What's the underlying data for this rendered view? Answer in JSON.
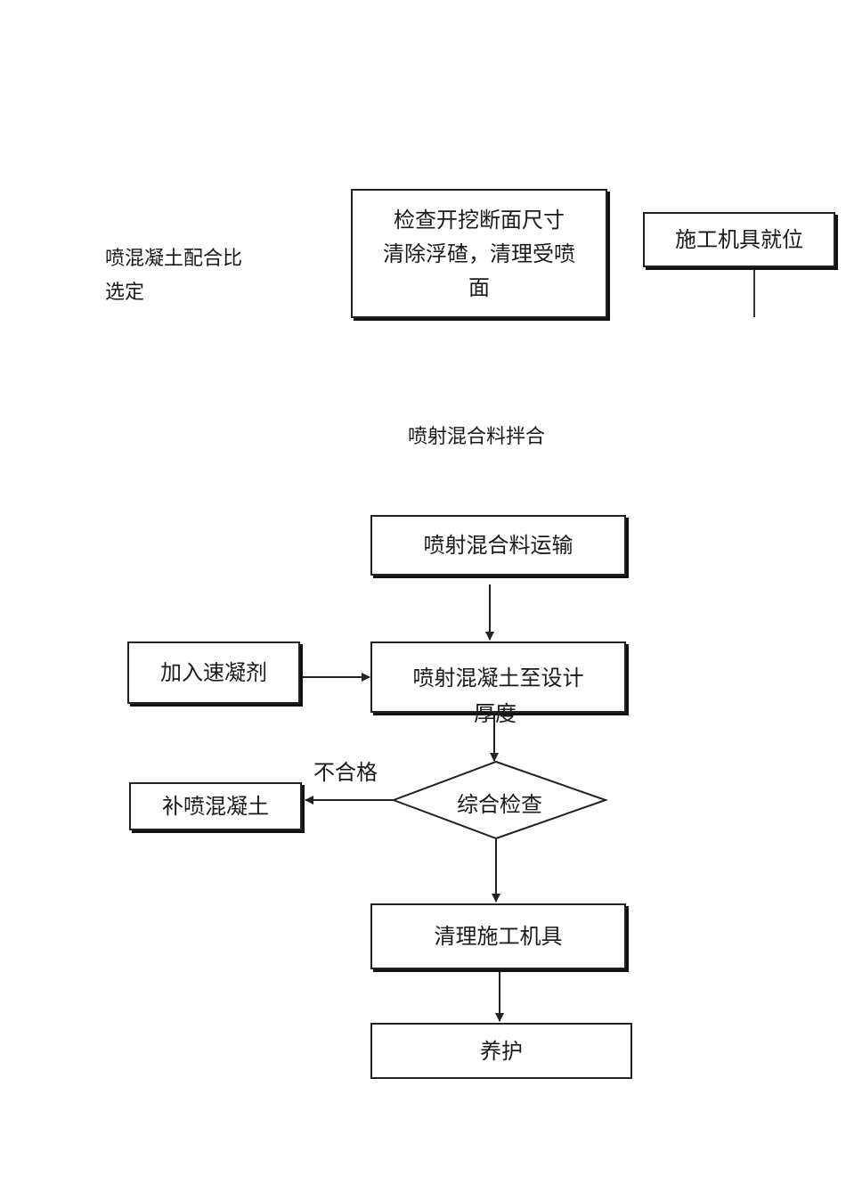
{
  "top": {
    "mix_ratio_text": "喷混凝土配合比选定",
    "mix_ratio_line1": "喷混凝土配合比",
    "mix_ratio_line2": "选定",
    "check_section_lines": [
      "检查开挖断面尺寸",
      "清除浮碴，清理受喷",
      "面"
    ],
    "equipment_ready": "施工机具就位",
    "mixing_label": "喷射混合料拌合"
  },
  "flow": {
    "transport": "喷射混合料运输",
    "accelerator": "加入速凝剂",
    "spray_line1": "喷射混凝土至设计",
    "spray_line2": "厚度",
    "inspection": "综合检查",
    "fail_label": "不合格",
    "patch_spray": "补喷混凝土",
    "clean_equipment": "清理施工机具",
    "curing": "养护"
  }
}
